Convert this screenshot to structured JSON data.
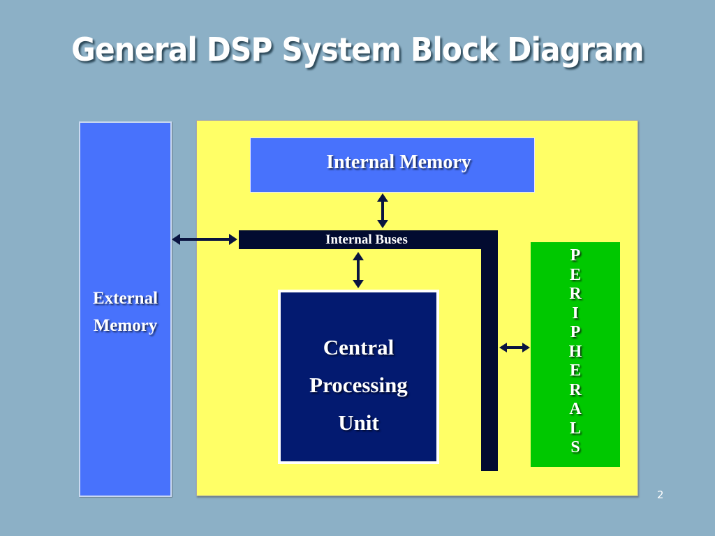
{
  "slide": {
    "title": "General DSP System Block Diagram",
    "page_number": "2"
  },
  "diagram": {
    "external_memory": {
      "label_line1": "External",
      "label_line2": "Memory",
      "color": "#4872fc"
    },
    "chip_background_color": "#ffff66",
    "internal_memory": {
      "label": "Internal Memory",
      "color": "#4872fc"
    },
    "internal_buses": {
      "label": "Internal Buses",
      "color": "#020b30"
    },
    "cpu": {
      "label_line1": "Central",
      "label_line2": "Processing",
      "label_line3": "Unit",
      "color": "#031a70"
    },
    "peripherals": {
      "label": "PERIPHERALS",
      "letters": [
        "P",
        "E",
        "R",
        "I",
        "P",
        "H",
        "E",
        "R",
        "A",
        "L",
        "S"
      ],
      "color": "#00c800"
    },
    "connections": [
      {
        "from": "External Memory",
        "to": "Internal Buses",
        "type": "bidirectional"
      },
      {
        "from": "Internal Memory",
        "to": "Internal Buses",
        "type": "bidirectional"
      },
      {
        "from": "Internal Buses",
        "to": "Central Processing Unit",
        "type": "bidirectional"
      },
      {
        "from": "Internal Buses",
        "to": "Peripherals",
        "type": "bidirectional"
      }
    ]
  }
}
